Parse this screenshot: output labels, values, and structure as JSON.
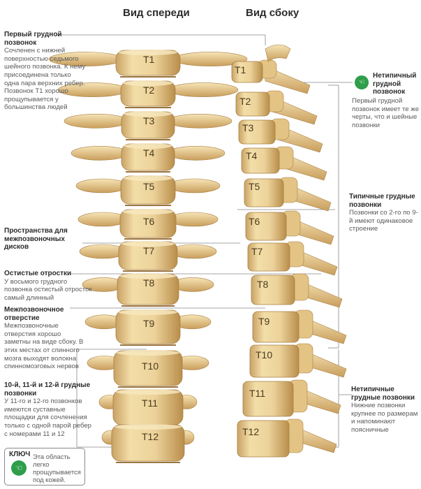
{
  "titles": {
    "front": "Вид спереди",
    "side": "Вид сбоку"
  },
  "vertebrae": [
    "T1",
    "T2",
    "T3",
    "T4",
    "T5",
    "T6",
    "T7",
    "T8",
    "T9",
    "T10",
    "T11",
    "T12"
  ],
  "left_annotations": [
    {
      "title": "Первый грудной позвонок",
      "desc": "Сочленен с нижней поверхностью седьмого шейного позвонка. К нему присоединена только одна пара верхних ребер. Позвонок T1 хорошо прощупывается у большинства людей"
    },
    {
      "title": "Пространства для межпозвоночных дисков",
      "desc": ""
    },
    {
      "title": "Остистые отростки",
      "desc": "У восьмого грудного позвонка остистый отросток самый длинный"
    },
    {
      "title": "Межпозвоночное отверстие",
      "desc": "Межпозвоночные отверстия хорошо заметны на виде сбоку. В этих местах от спинного мозга выходят волокна спинномозговых нервов"
    },
    {
      "title": "10-й, 11-й и 12-й грудные позвонки",
      "desc": "У 11-го и 12-го позвонков имеются суставные площадки для сочленения только с одной парой ребер с номерами 11 и 12"
    }
  ],
  "right_annotations": [
    {
      "title": "Нетипичный грудной позвонок",
      "desc": "Первый грудной позвонок имеет те же черты, что и шейные позвонки"
    },
    {
      "title": "Типичные грудные позвонки",
      "desc": "Позвонки со 2-го по 9-й имеют одинаковое строение"
    },
    {
      "title": "Нетипичные грудные позвонки",
      "desc": "Нижние позвонки крупнее по размерам и напоминают поясничные"
    }
  ],
  "key": {
    "title": "КЛЮЧ",
    "text": "Эта область легко прощупывается под кожей."
  },
  "colors": {
    "bone": "#ecd29a",
    "bone_dark": "#b98e4b",
    "bone_light": "#f8e8bf",
    "key_green": "#2e9e4a",
    "line": "#888888"
  }
}
